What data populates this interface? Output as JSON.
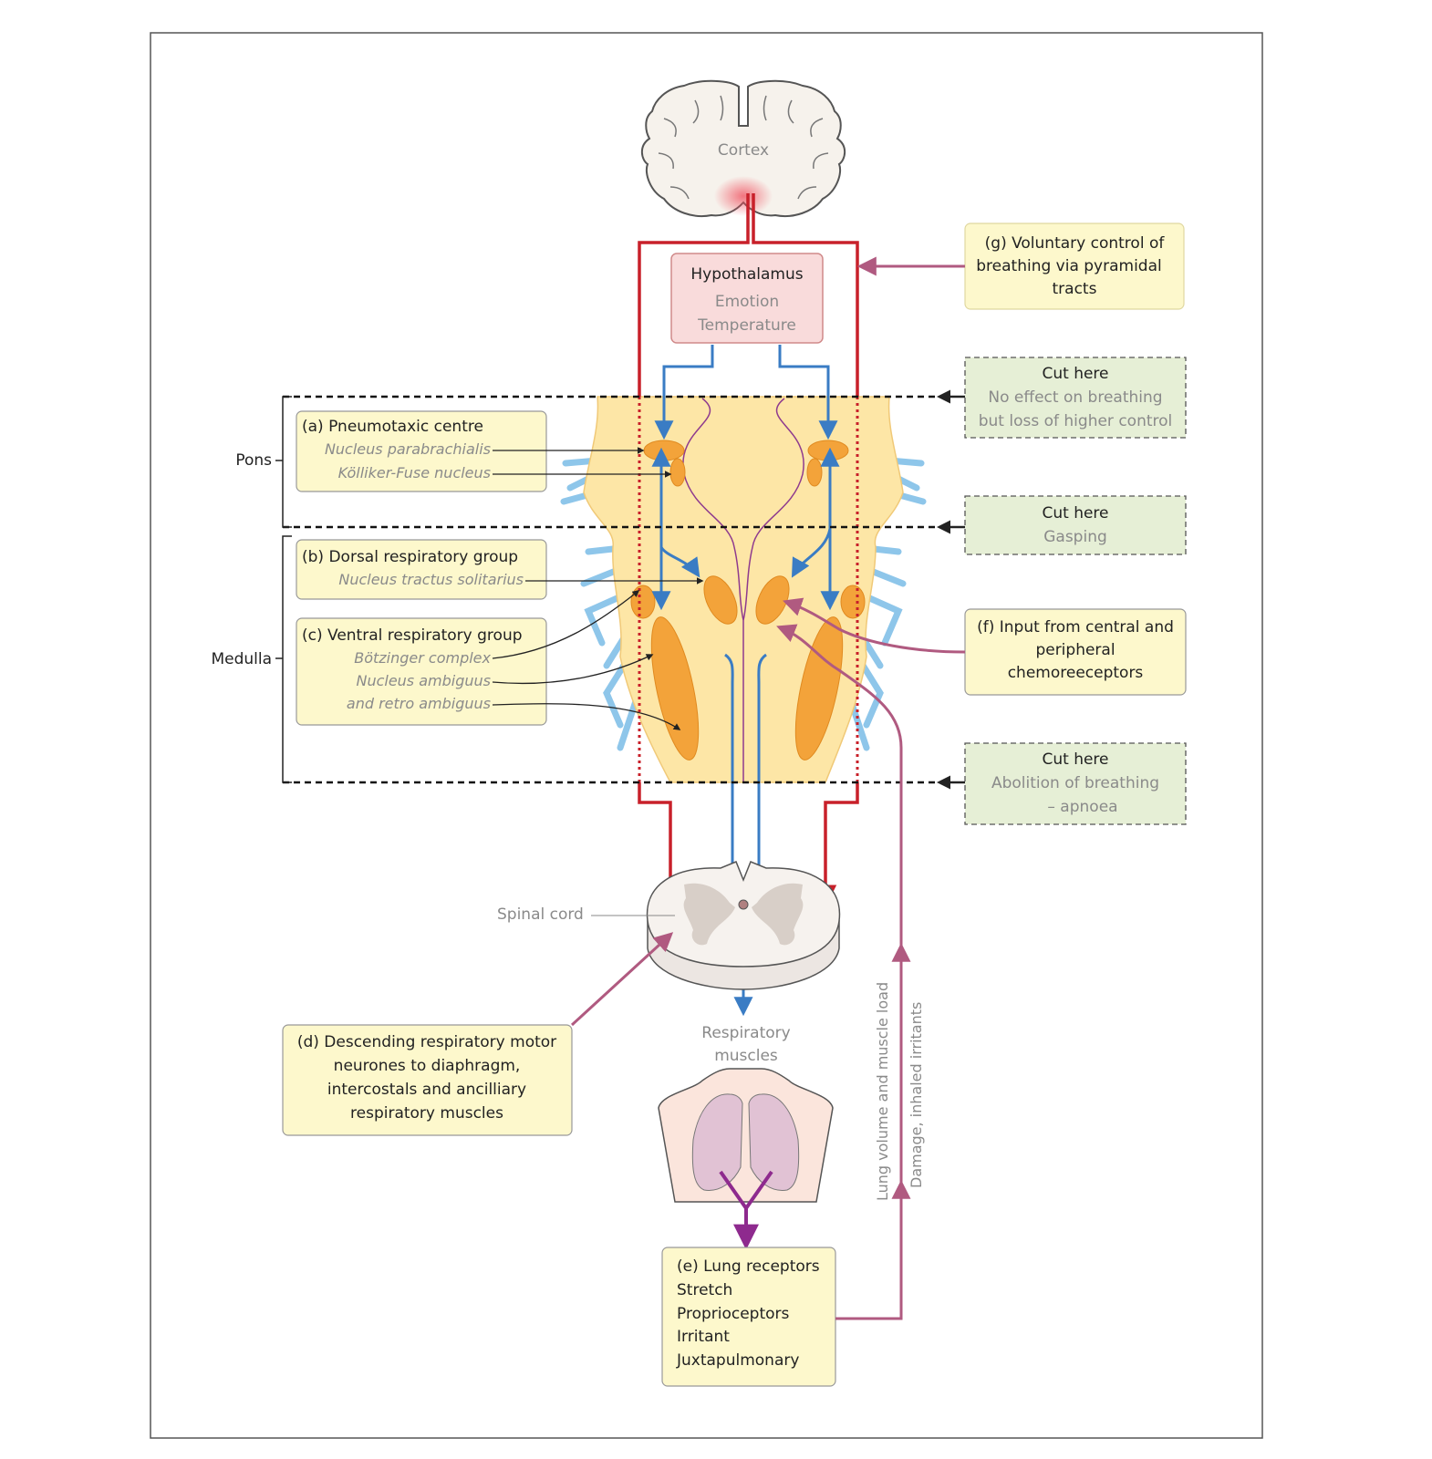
{
  "cortex": {
    "label": "Cortex"
  },
  "hypothalamus": {
    "title": "Hypothalamus",
    "lines": [
      "Emotion",
      "Temperature"
    ]
  },
  "region_labels": {
    "pons": "Pons",
    "medulla": "Medulla"
  },
  "box_a": {
    "title": "(a) Pneumotaxic centre",
    "items": [
      "Nucleus parabrachialis",
      "Kölliker-Fuse nucleus"
    ]
  },
  "box_b": {
    "title": "(b) Dorsal respiratory group",
    "items": [
      "Nucleus tractus solitarius"
    ]
  },
  "box_c": {
    "title": "(c) Ventral respiratory group",
    "items": [
      "Bötzinger complex",
      "Nucleus ambiguus",
      "and retro ambiguus"
    ]
  },
  "box_g": {
    "lines": [
      "(g) Voluntary control of",
      "breathing via pyramidal",
      "tracts"
    ]
  },
  "cut1": {
    "title": "Cut here",
    "lines": [
      "No effect on breathing",
      "but loss of higher control"
    ]
  },
  "cut2": {
    "title": "Cut here",
    "lines": [
      "Gasping"
    ]
  },
  "box_f": {
    "lines": [
      "(f) Input from central and",
      "peripheral",
      "chemoreeceptors"
    ]
  },
  "cut3": {
    "title": "Cut here",
    "lines": [
      "Abolition of breathing",
      "– apnoea"
    ]
  },
  "spinal": {
    "label": "Spinal cord"
  },
  "box_d": {
    "lines": [
      "(d) Descending respiratory motor",
      "neurones to diaphragm,",
      "intercostals and ancilliary",
      "respiratory muscles"
    ]
  },
  "resp_muscles": {
    "lines": [
      "Respiratory",
      "muscles"
    ]
  },
  "box_e": {
    "title": "(e) Lung receptors",
    "items": [
      "Stretch",
      "Proprioceptors",
      "Irritant",
      "Juxtapulmonary"
    ]
  },
  "side_labels": {
    "lung": "Lung volume and muscle load",
    "damage": "Damage, inhaled irritants"
  },
  "colors": {
    "red": "#c8202a",
    "blue": "#3a7cc4",
    "mauve": "#b05a80",
    "yellow_box": "#fdf8cc",
    "green_box": "#e6efd6",
    "pink_box": "#f9dbdb",
    "brainstem": "#fde6a6",
    "nucleus": "#f3a33a"
  }
}
